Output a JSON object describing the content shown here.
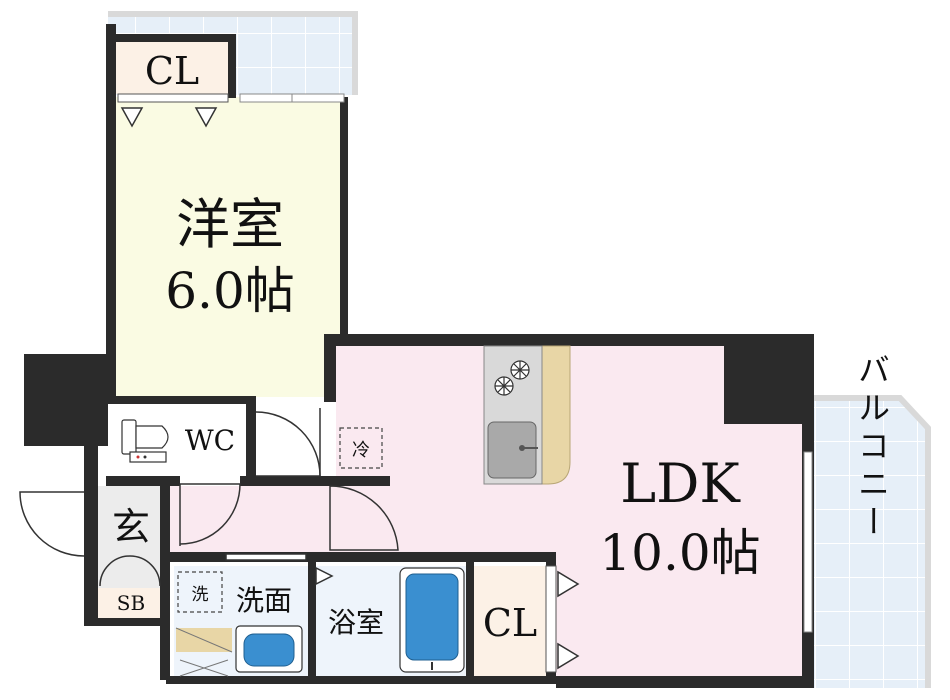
{
  "rooms": {
    "western_room": {
      "name": "洋室",
      "size": "6.0帖"
    },
    "ldk": {
      "name": "LDK",
      "size": "10.0帖"
    },
    "wc": "WC",
    "entrance": "玄",
    "shoe_box": "SB",
    "washroom": "洗面",
    "bathroom": "浴室",
    "closet_bedroom": "CL",
    "closet_ldk": "CL",
    "balcony": "バルコニー"
  },
  "fixtures": {
    "fridge": "冷",
    "washer": "洗"
  },
  "colors": {
    "wall": "#2b2b2b",
    "western_room_floor": "#fafbe3",
    "ldk_floor": "#fae9f0",
    "closet_floor": "#fcf1e6",
    "wet_area_floor": "#eef4fb",
    "balcony_tile": "#e6eff8",
    "counter": "#e8d6a6",
    "bathtub": "#3a8fd0"
  }
}
